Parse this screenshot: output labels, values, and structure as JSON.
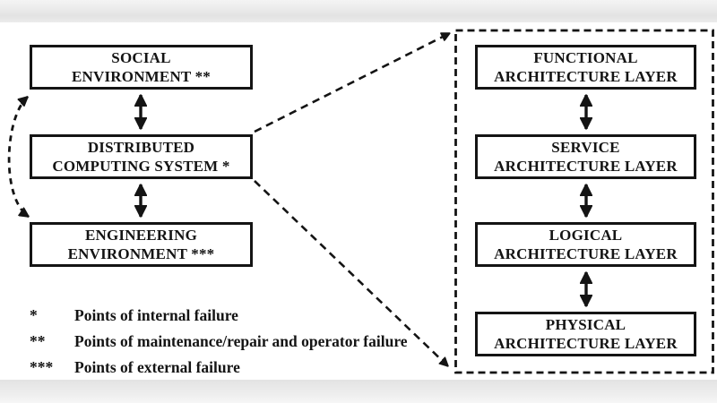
{
  "diagram": {
    "left_stack": {
      "boxes": [
        {
          "lines": [
            "SOCIAL",
            "ENVIRONMENT **"
          ]
        },
        {
          "lines": [
            "DISTRIBUTED",
            "COMPUTING SYSTEM *"
          ]
        },
        {
          "lines": [
            "ENGINEERING",
            "ENVIRONMENT ***"
          ]
        }
      ]
    },
    "right_stack": {
      "boxes": [
        {
          "lines": [
            "FUNCTIONAL",
            "ARCHITECTURE LAYER"
          ]
        },
        {
          "lines": [
            "SERVICE",
            "ARCHITECTURE LAYER"
          ]
        },
        {
          "lines": [
            "LOGICAL",
            "ARCHITECTURE LAYER"
          ]
        },
        {
          "lines": [
            "PHYSICAL",
            "ARCHITECTURE LAYER"
          ]
        }
      ]
    },
    "legend": {
      "items": [
        {
          "symbol": "*",
          "text": "Points of internal failure"
        },
        {
          "symbol": "**",
          "text": "Points of maintenance/repair and operator failure"
        },
        {
          "symbol": "***",
          "text": "Points of external failure"
        }
      ]
    },
    "colors": {
      "line": "#141414",
      "background": "#ffffff",
      "letterbox_band": "#e3e3e3"
    }
  }
}
